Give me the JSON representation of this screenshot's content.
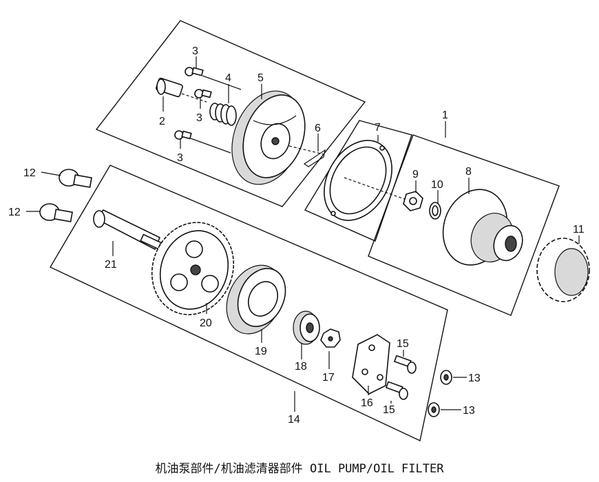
{
  "caption": "机油泵部件/机油滤清器部件 OIL PUMP/OIL FILTER",
  "callouts": {
    "n1": "1",
    "n2": "2",
    "n3a": "3",
    "n3b": "3",
    "n3c": "3",
    "n4": "4",
    "n5": "5",
    "n6": "6",
    "n7": "7",
    "n8": "8",
    "n9": "9",
    "n10": "10",
    "n11": "11",
    "n12a": "12",
    "n12b": "12",
    "n13a": "13",
    "n13b": "13",
    "n14": "14",
    "n15a": "15",
    "n15b": "15",
    "n16": "16",
    "n17": "17",
    "n18": "18",
    "n19": "19",
    "n20": "20",
    "n21": "21"
  }
}
